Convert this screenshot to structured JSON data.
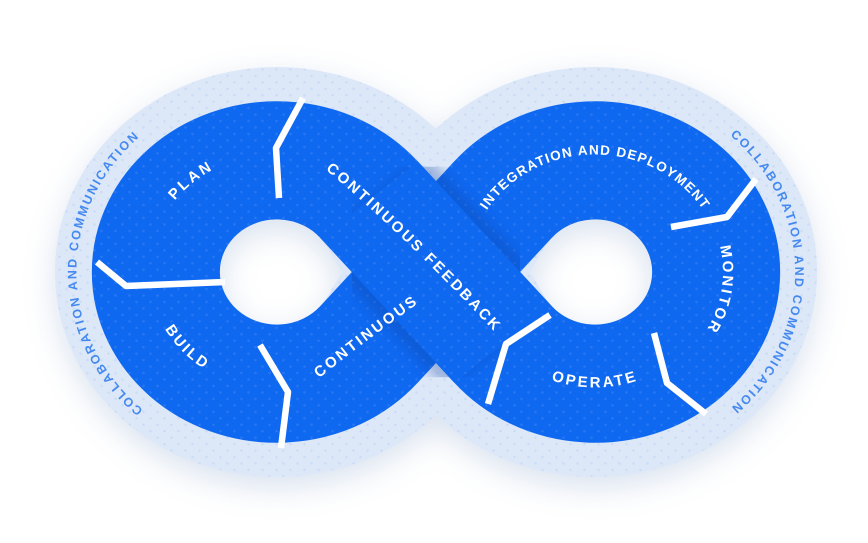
{
  "diagram": {
    "type": "devops-infinity-loop",
    "outer_ring_label": "COLLABORATION AND COMMUNICATION",
    "segments": {
      "plan": "PLAN",
      "build": "BUILD",
      "continuous": "CONTINUOUS",
      "continuous_feedback": "CONTINUOUS FEEDBACK",
      "integration_deployment": "INTEGRATION AND DEPLOYMENT",
      "monitor": "MONITOR",
      "operate": "OPERATE"
    },
    "colors": {
      "band_blue": "#0f68f0",
      "band_light": "#dce7f8",
      "ring_text_blue": "#4489f0",
      "divider_white": "#ffffff",
      "crossing_shadow": "#0b3f9f"
    }
  }
}
